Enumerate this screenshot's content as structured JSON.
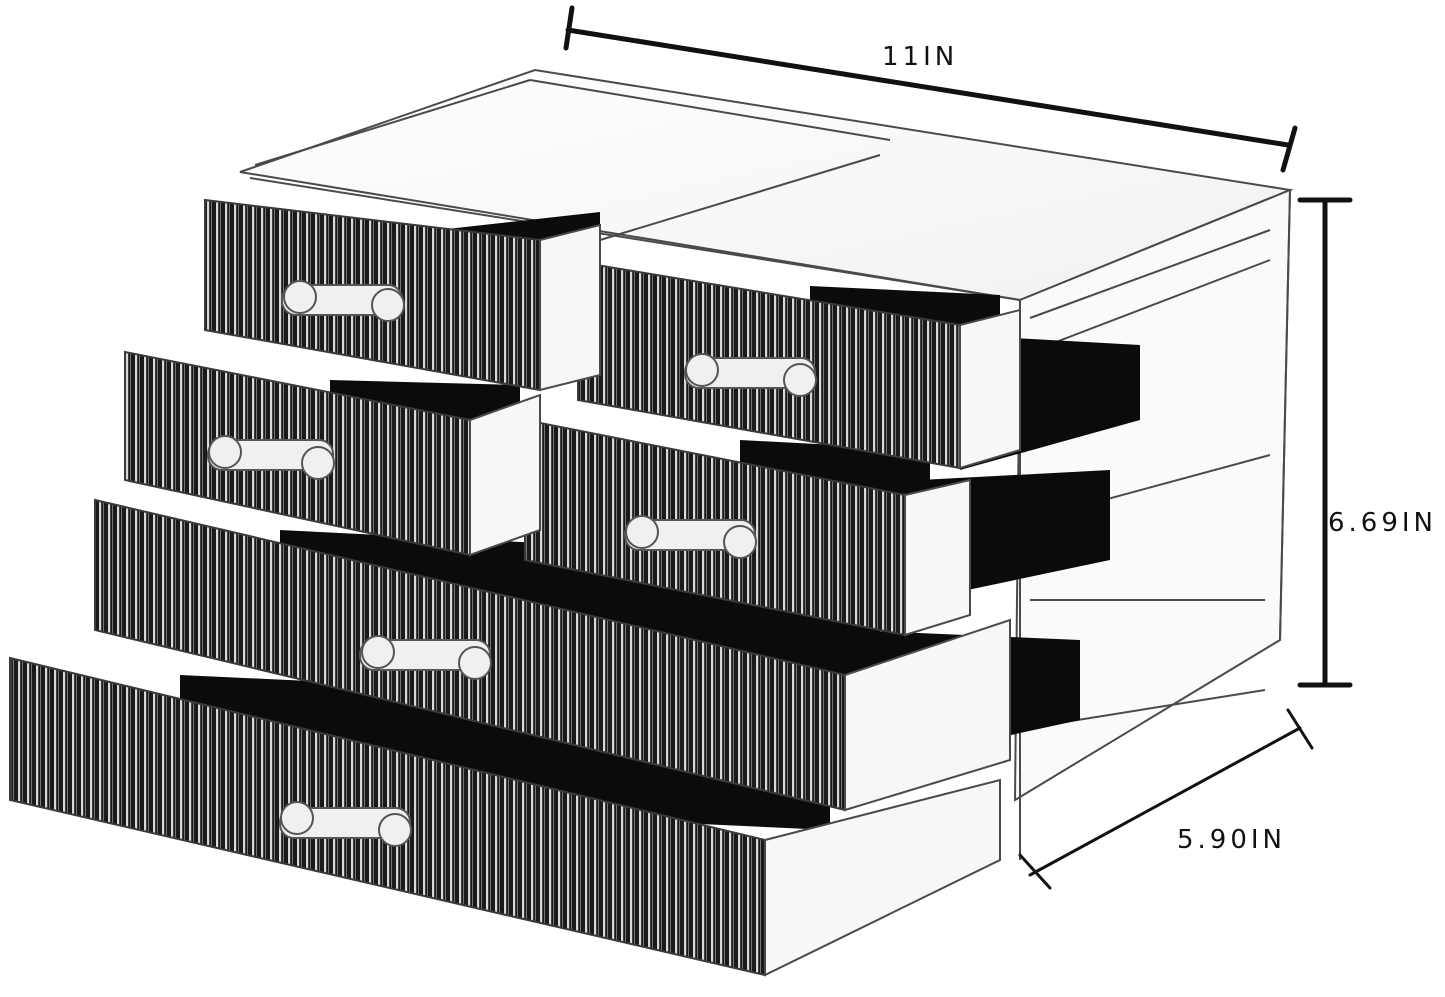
{
  "dimensions": {
    "width": "11IN",
    "height": "6.69IN",
    "depth": "5.90IN"
  },
  "colors": {
    "acrylic_edge": "#4a4a4a",
    "felt_lining": "#0b0b0b",
    "background": "#ffffff"
  },
  "drawers": [
    {
      "name": "top-left-drawer"
    },
    {
      "name": "top-right-drawer"
    },
    {
      "name": "middle-left-drawer"
    },
    {
      "name": "middle-right-drawer"
    },
    {
      "name": "large-drawer-upper"
    },
    {
      "name": "large-drawer-lower"
    }
  ]
}
